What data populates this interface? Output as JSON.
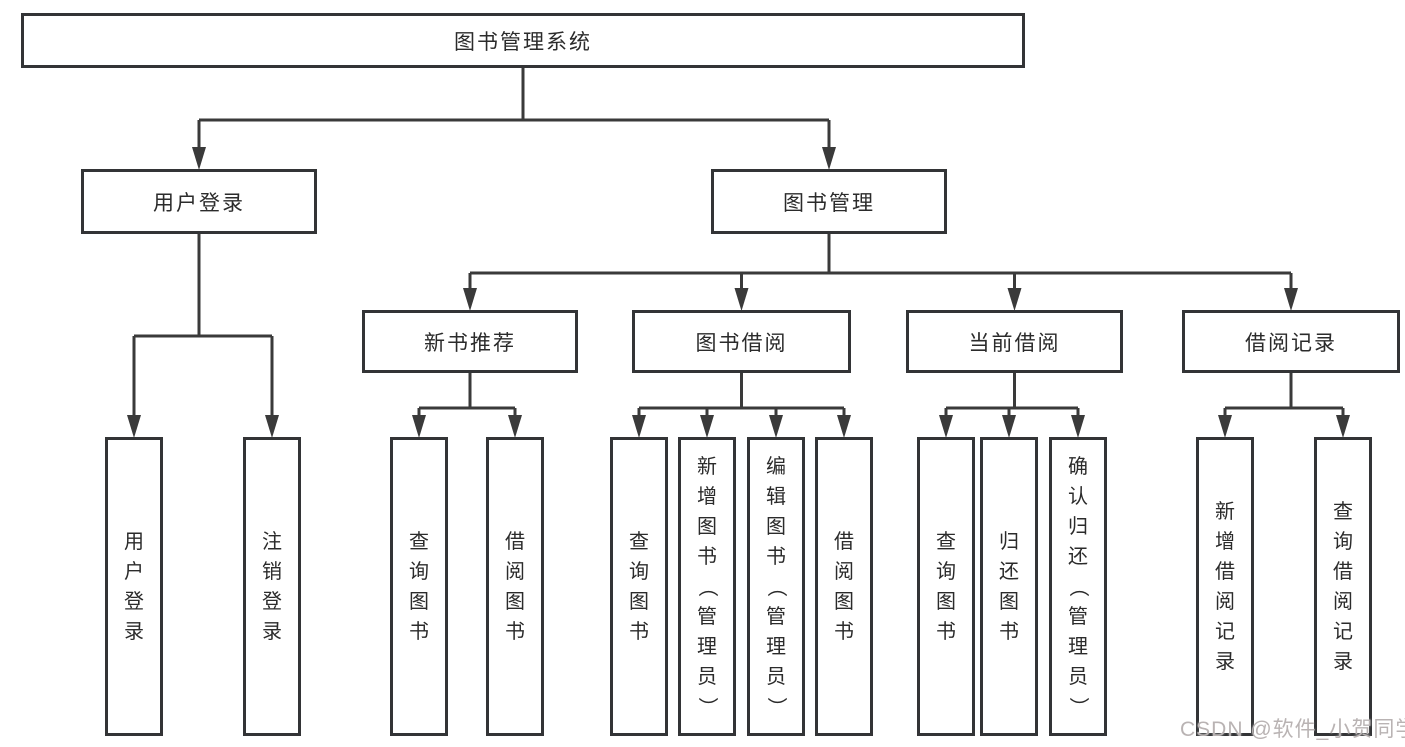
{
  "diagram_title": "图书管理系统",
  "colors": {
    "line": "#3a3a3a",
    "box_border": "#333436",
    "text": "#2b2b2b",
    "watermark": "#b9b3b3",
    "background": "#ffffff"
  },
  "nodes": {
    "root": {
      "label": "图书管理系统"
    },
    "user_login": {
      "label": "用户登录"
    },
    "book_management": {
      "label": "图书管理"
    },
    "new_book_rec": {
      "label": "新书推荐"
    },
    "book_borrow": {
      "label": "图书借阅"
    },
    "current_borrow": {
      "label": "当前借阅"
    },
    "borrow_records": {
      "label": "借阅记录"
    },
    "ul_user_login": {
      "label": "用户登录"
    },
    "ul_logout": {
      "label": "注销登录"
    },
    "nb_query": {
      "label": "查询图书"
    },
    "nb_borrow": {
      "label": "借阅图书"
    },
    "bb_query": {
      "label": "查询图书"
    },
    "bb_add": {
      "label": "新增图书（管理员）"
    },
    "bb_edit": {
      "label": "编辑图书（管理员）"
    },
    "bb_borrow": {
      "label": "借阅图书"
    },
    "cb_query": {
      "label": "查询图书"
    },
    "cb_return": {
      "label": "归还图书"
    },
    "cb_confirm": {
      "label": "确认归还（管理员）"
    },
    "br_add": {
      "label": "新增借阅记录"
    },
    "br_query": {
      "label": "查询借阅记录"
    }
  },
  "structure": {
    "root": [
      "user_login",
      "book_management"
    ],
    "user_login": [
      "ul_user_login",
      "ul_logout"
    ],
    "book_management": [
      "new_book_rec",
      "book_borrow",
      "current_borrow",
      "borrow_records"
    ],
    "new_book_rec": [
      "nb_query",
      "nb_borrow"
    ],
    "book_borrow": [
      "bb_query",
      "bb_add",
      "bb_edit",
      "bb_borrow"
    ],
    "current_borrow": [
      "cb_query",
      "cb_return",
      "cb_confirm"
    ],
    "borrow_records": [
      "br_add",
      "br_query"
    ]
  },
  "watermark": {
    "text": "CSDN @软件_小贺同学"
  }
}
